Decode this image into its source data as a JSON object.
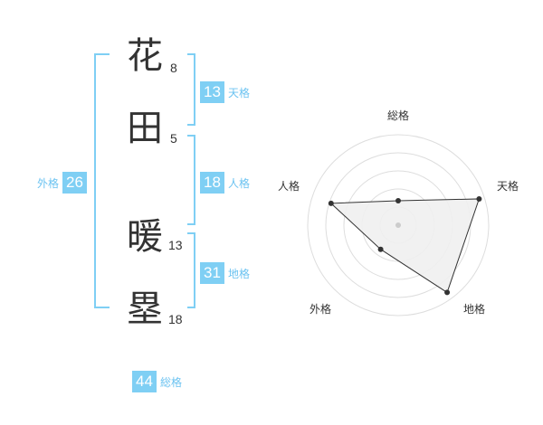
{
  "name": {
    "kanji": [
      "花",
      "田",
      "暖",
      "塁"
    ],
    "strokes": [
      "8",
      "5",
      "13",
      "18"
    ]
  },
  "badges": {
    "tenkaku": {
      "value": "13",
      "label": "天格"
    },
    "jinkaku": {
      "value": "18",
      "label": "人格"
    },
    "chikaku": {
      "value": "31",
      "label": "地格"
    },
    "gaikaku": {
      "value": "26",
      "label": "外格"
    },
    "soukaku": {
      "value": "44",
      "label": "総格"
    }
  },
  "colors": {
    "accent": "#7fcff4",
    "bracket": "#7fcff4",
    "label": "#6cc3f1"
  },
  "chart_data": {
    "type": "radar",
    "axes": [
      "総格",
      "天格",
      "地格",
      "外格",
      "人格"
    ],
    "scale_max": 5,
    "rings": 5,
    "values": [
      1.35,
      4.7,
      4.6,
      1.65,
      3.9
    ],
    "fill": "#f0f0f0",
    "line": "#333333"
  }
}
